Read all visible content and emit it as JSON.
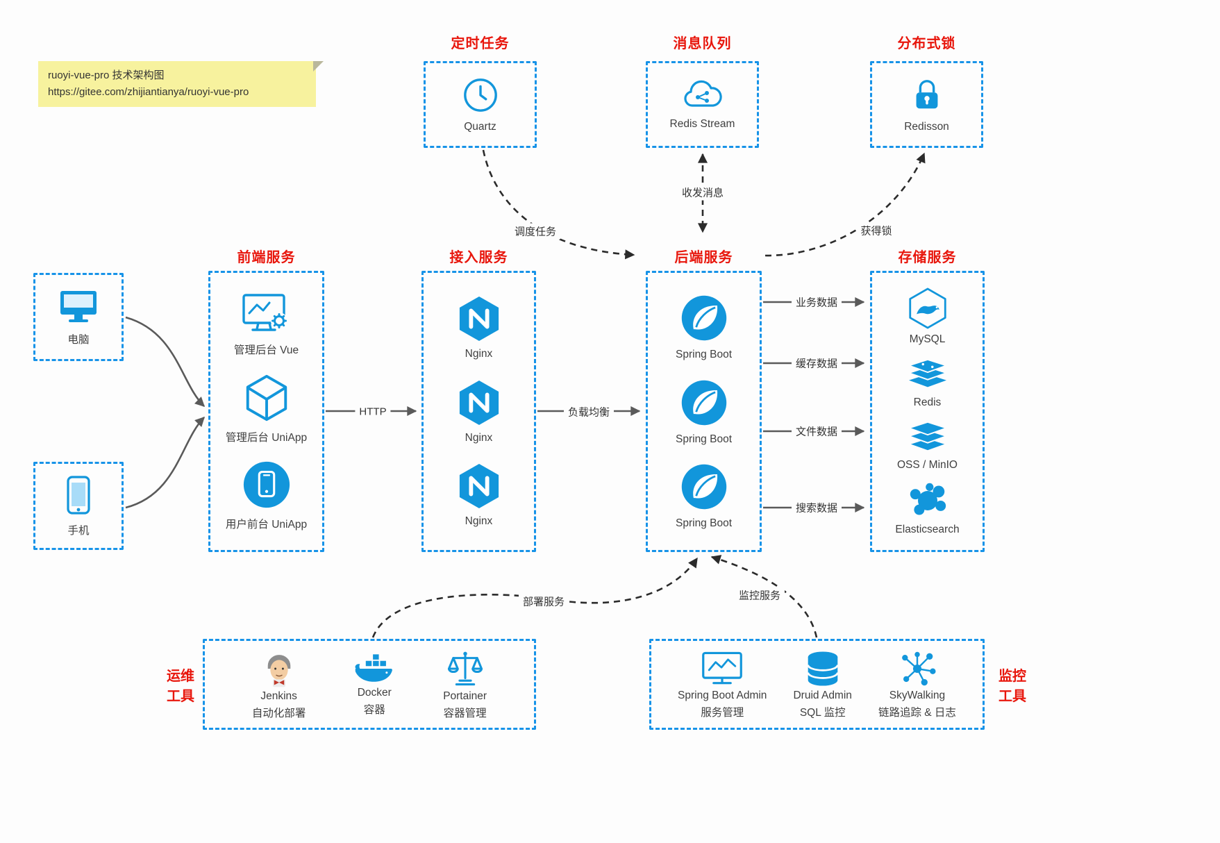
{
  "colors": {
    "accent_blue": "#1296db",
    "title_red": "#e8160c",
    "note_yellow": "#f7f29e"
  },
  "note": {
    "line1": "ruoyi-vue-pro 技术架构图",
    "line2": "https://gitee.com/zhijiantianya/ruoyi-vue-pro"
  },
  "top": {
    "quartz": {
      "title": "定时任务",
      "label": "Quartz"
    },
    "mq": {
      "title": "消息队列",
      "label": "Redis Stream"
    },
    "lock": {
      "title": "分布式锁",
      "label": "Redisson"
    }
  },
  "clients": {
    "pc": {
      "label": "电脑"
    },
    "mobile": {
      "label": "手机"
    }
  },
  "frontend": {
    "title": "前端服务",
    "items": [
      {
        "label": "管理后台 Vue"
      },
      {
        "label": "管理后台 UniApp"
      },
      {
        "label": "用户前台 UniApp"
      }
    ]
  },
  "gateway": {
    "title": "接入服务",
    "items": [
      {
        "label": "Nginx"
      },
      {
        "label": "Nginx"
      },
      {
        "label": "Nginx"
      }
    ]
  },
  "backend": {
    "title": "后端服务",
    "items": [
      {
        "label": "Spring Boot"
      },
      {
        "label": "Spring Boot"
      },
      {
        "label": "Spring Boot"
      }
    ]
  },
  "storage": {
    "title": "存储服务",
    "items": [
      {
        "label": "MySQL"
      },
      {
        "label": "Redis"
      },
      {
        "label": "OSS / MinIO"
      },
      {
        "label": "Elasticsearch"
      }
    ]
  },
  "edges": {
    "http": "HTTP",
    "load_balance": "负载均衡",
    "schedule": "调度任务",
    "messaging": "收发消息",
    "acquire_lock": "获得锁",
    "deploy": "部署服务",
    "monitor": "监控服务",
    "business_data": "业务数据",
    "cache_data": "缓存数据",
    "file_data": "文件数据",
    "search_data": "搜索数据"
  },
  "ops": {
    "side_title_line1": "运维",
    "side_title_line2": "工具",
    "items": [
      {
        "name": "Jenkins",
        "desc": "自动化部署"
      },
      {
        "name": "Docker",
        "desc": "容器"
      },
      {
        "name": "Portainer",
        "desc": "容器管理"
      }
    ]
  },
  "monitoring": {
    "side_title_line1": "监控",
    "side_title_line2": "工具",
    "items": [
      {
        "name": "Spring Boot Admin",
        "desc": "服务管理"
      },
      {
        "name": "Druid Admin",
        "desc": "SQL 监控"
      },
      {
        "name": "SkyWalking",
        "desc": "链路追踪 & 日志"
      }
    ]
  }
}
